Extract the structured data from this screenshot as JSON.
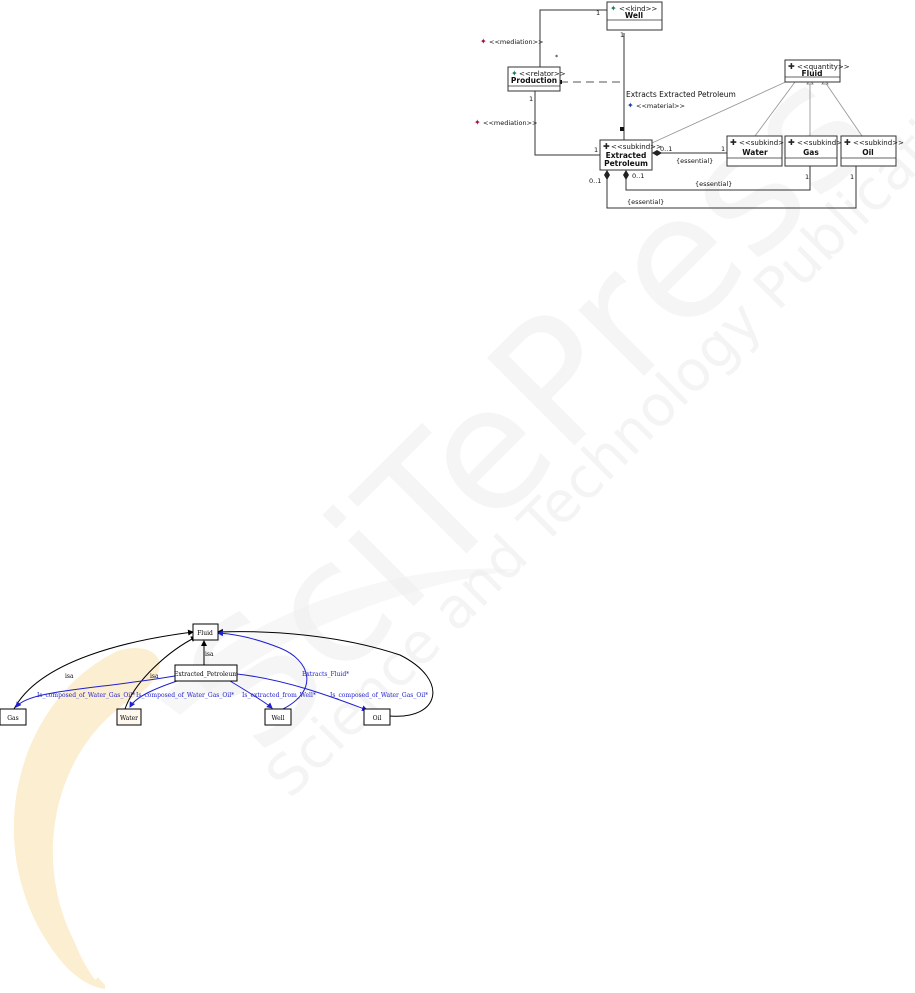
{
  "watermark": {
    "big": "SciTePress",
    "sub": "Science and Technology Publications"
  },
  "uml": {
    "classes": {
      "well": {
        "stereotype": "<<kind>>",
        "name": "Well"
      },
      "production": {
        "stereotype": "<<relator>>",
        "name": "Production"
      },
      "fluid": {
        "stereotype": "<<quantity>>",
        "name": "Fluid"
      },
      "extracted": {
        "stereotype": "<<subkind>>",
        "name1": "Extracted",
        "name2": "Petroleum"
      },
      "water": {
        "stereotype": "<<subkind>>",
        "name": "Water"
      },
      "gas": {
        "stereotype": "<<subkind>>",
        "name": "Gas"
      },
      "oil": {
        "stereotype": "<<subkind>>",
        "name": "Oil"
      }
    },
    "labels": {
      "mediation_top": "<<mediation>>",
      "mediation_bottom": "<<mediation>>",
      "material": "<<material>>",
      "extracts": "Extracts Extracted Petroleum",
      "essential1": "{essential}",
      "essential2": "{essential}",
      "essential3": "{essential}"
    },
    "mult": {
      "well_left": "1",
      "well_below": "1",
      "prod_dash": "*",
      "prod_below": "1",
      "ep_left": "1",
      "ep_top": "*",
      "ep_right": "0..1",
      "water_left": "1",
      "ep_bottom_left": "0..1",
      "ep_bottom_right": "0..1",
      "gas_below": "1",
      "oil_below": "1"
    }
  },
  "graph": {
    "nodes": {
      "fluid": "Fluid",
      "extracted": "Extracted_Petroleum",
      "gas": "Gas",
      "water": "Water",
      "well": "Well",
      "oil": "Oil"
    },
    "edges": {
      "isa1": "isa",
      "isa2": "isa",
      "isa3": "isa",
      "composed1": "Is_composed_of_Water_Gas_Oil*",
      "composed2": "Is_composed_of_Water_Gas_Oil*",
      "composed3": "Is_composed_of_Water_Gas_Oil*",
      "extracted_from": "Is_extracted_from_Well*",
      "extracts_fluid": "Extracts_Fluid*"
    }
  }
}
